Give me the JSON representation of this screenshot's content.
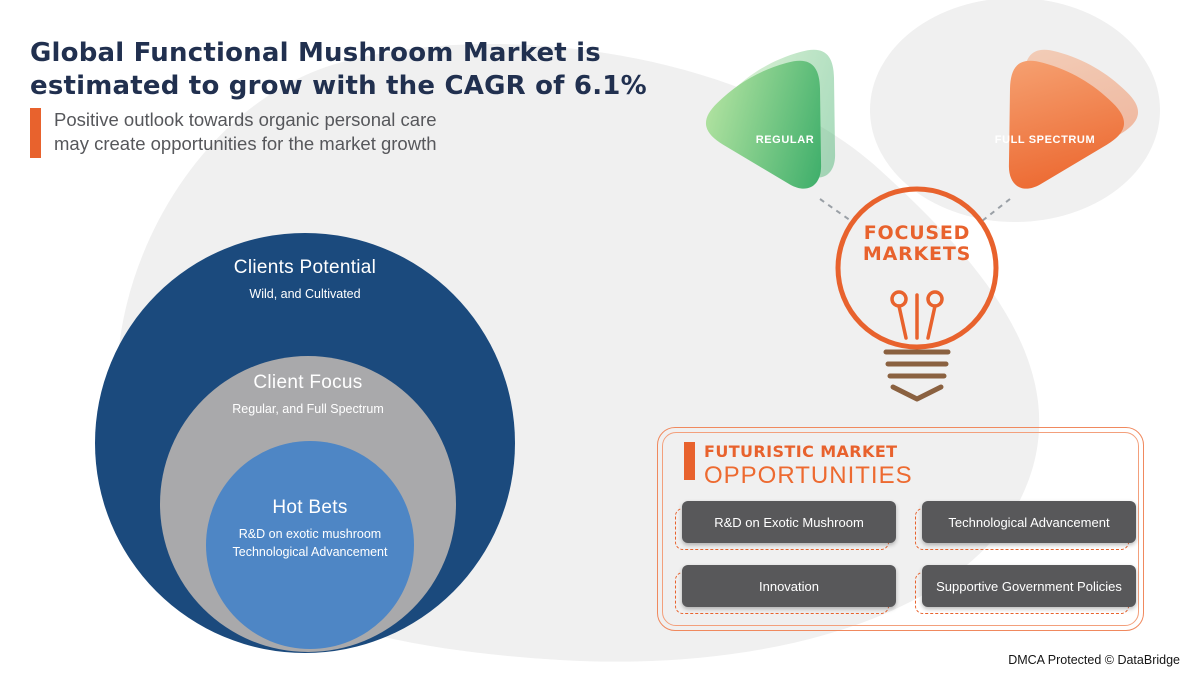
{
  "header": {
    "title_line1": "Global Functional Mushroom Market is",
    "title_line2": "estimated to grow with the CAGR of 6.1%",
    "subtitle": "Positive outlook towards organic personal care may create opportunities for the market growth"
  },
  "venn": {
    "outer": {
      "title": "Clients Potential",
      "subtitle": "Wild, and Cultivated"
    },
    "middle": {
      "title": "Client Focus",
      "subtitle": "Regular, and Full Spectrum"
    },
    "inner": {
      "title": "Hot Bets",
      "subtitle_line1": "R&D on exotic mushroom",
      "subtitle_line2": "Technological Advancement"
    }
  },
  "focused_markets": {
    "regular_label": "REGULAR",
    "full_spectrum_label": "FULL SPECTRUM",
    "bulb_label_line1": "FOCUSED",
    "bulb_label_line2": "MARKETS"
  },
  "opportunities": {
    "heading_line1": "FUTURISTIC MARKET",
    "heading_line2": "OPPORTUNITIES",
    "items": [
      "R&D on Exotic Mushroom",
      "Technological Advancement",
      "Innovation",
      "Supportive Government Policies"
    ]
  },
  "footer": {
    "dmca_text": "DMCA Protected © DataBridge"
  },
  "colors": {
    "accent_orange": "#e8622d",
    "navy": "#1b4a7d",
    "mid_gray": "#a9a9ab",
    "steel_blue": "#4e86c5",
    "green": "#27a35c",
    "button_gray": "#58585a",
    "blob_gray": "#f0f0f0"
  }
}
